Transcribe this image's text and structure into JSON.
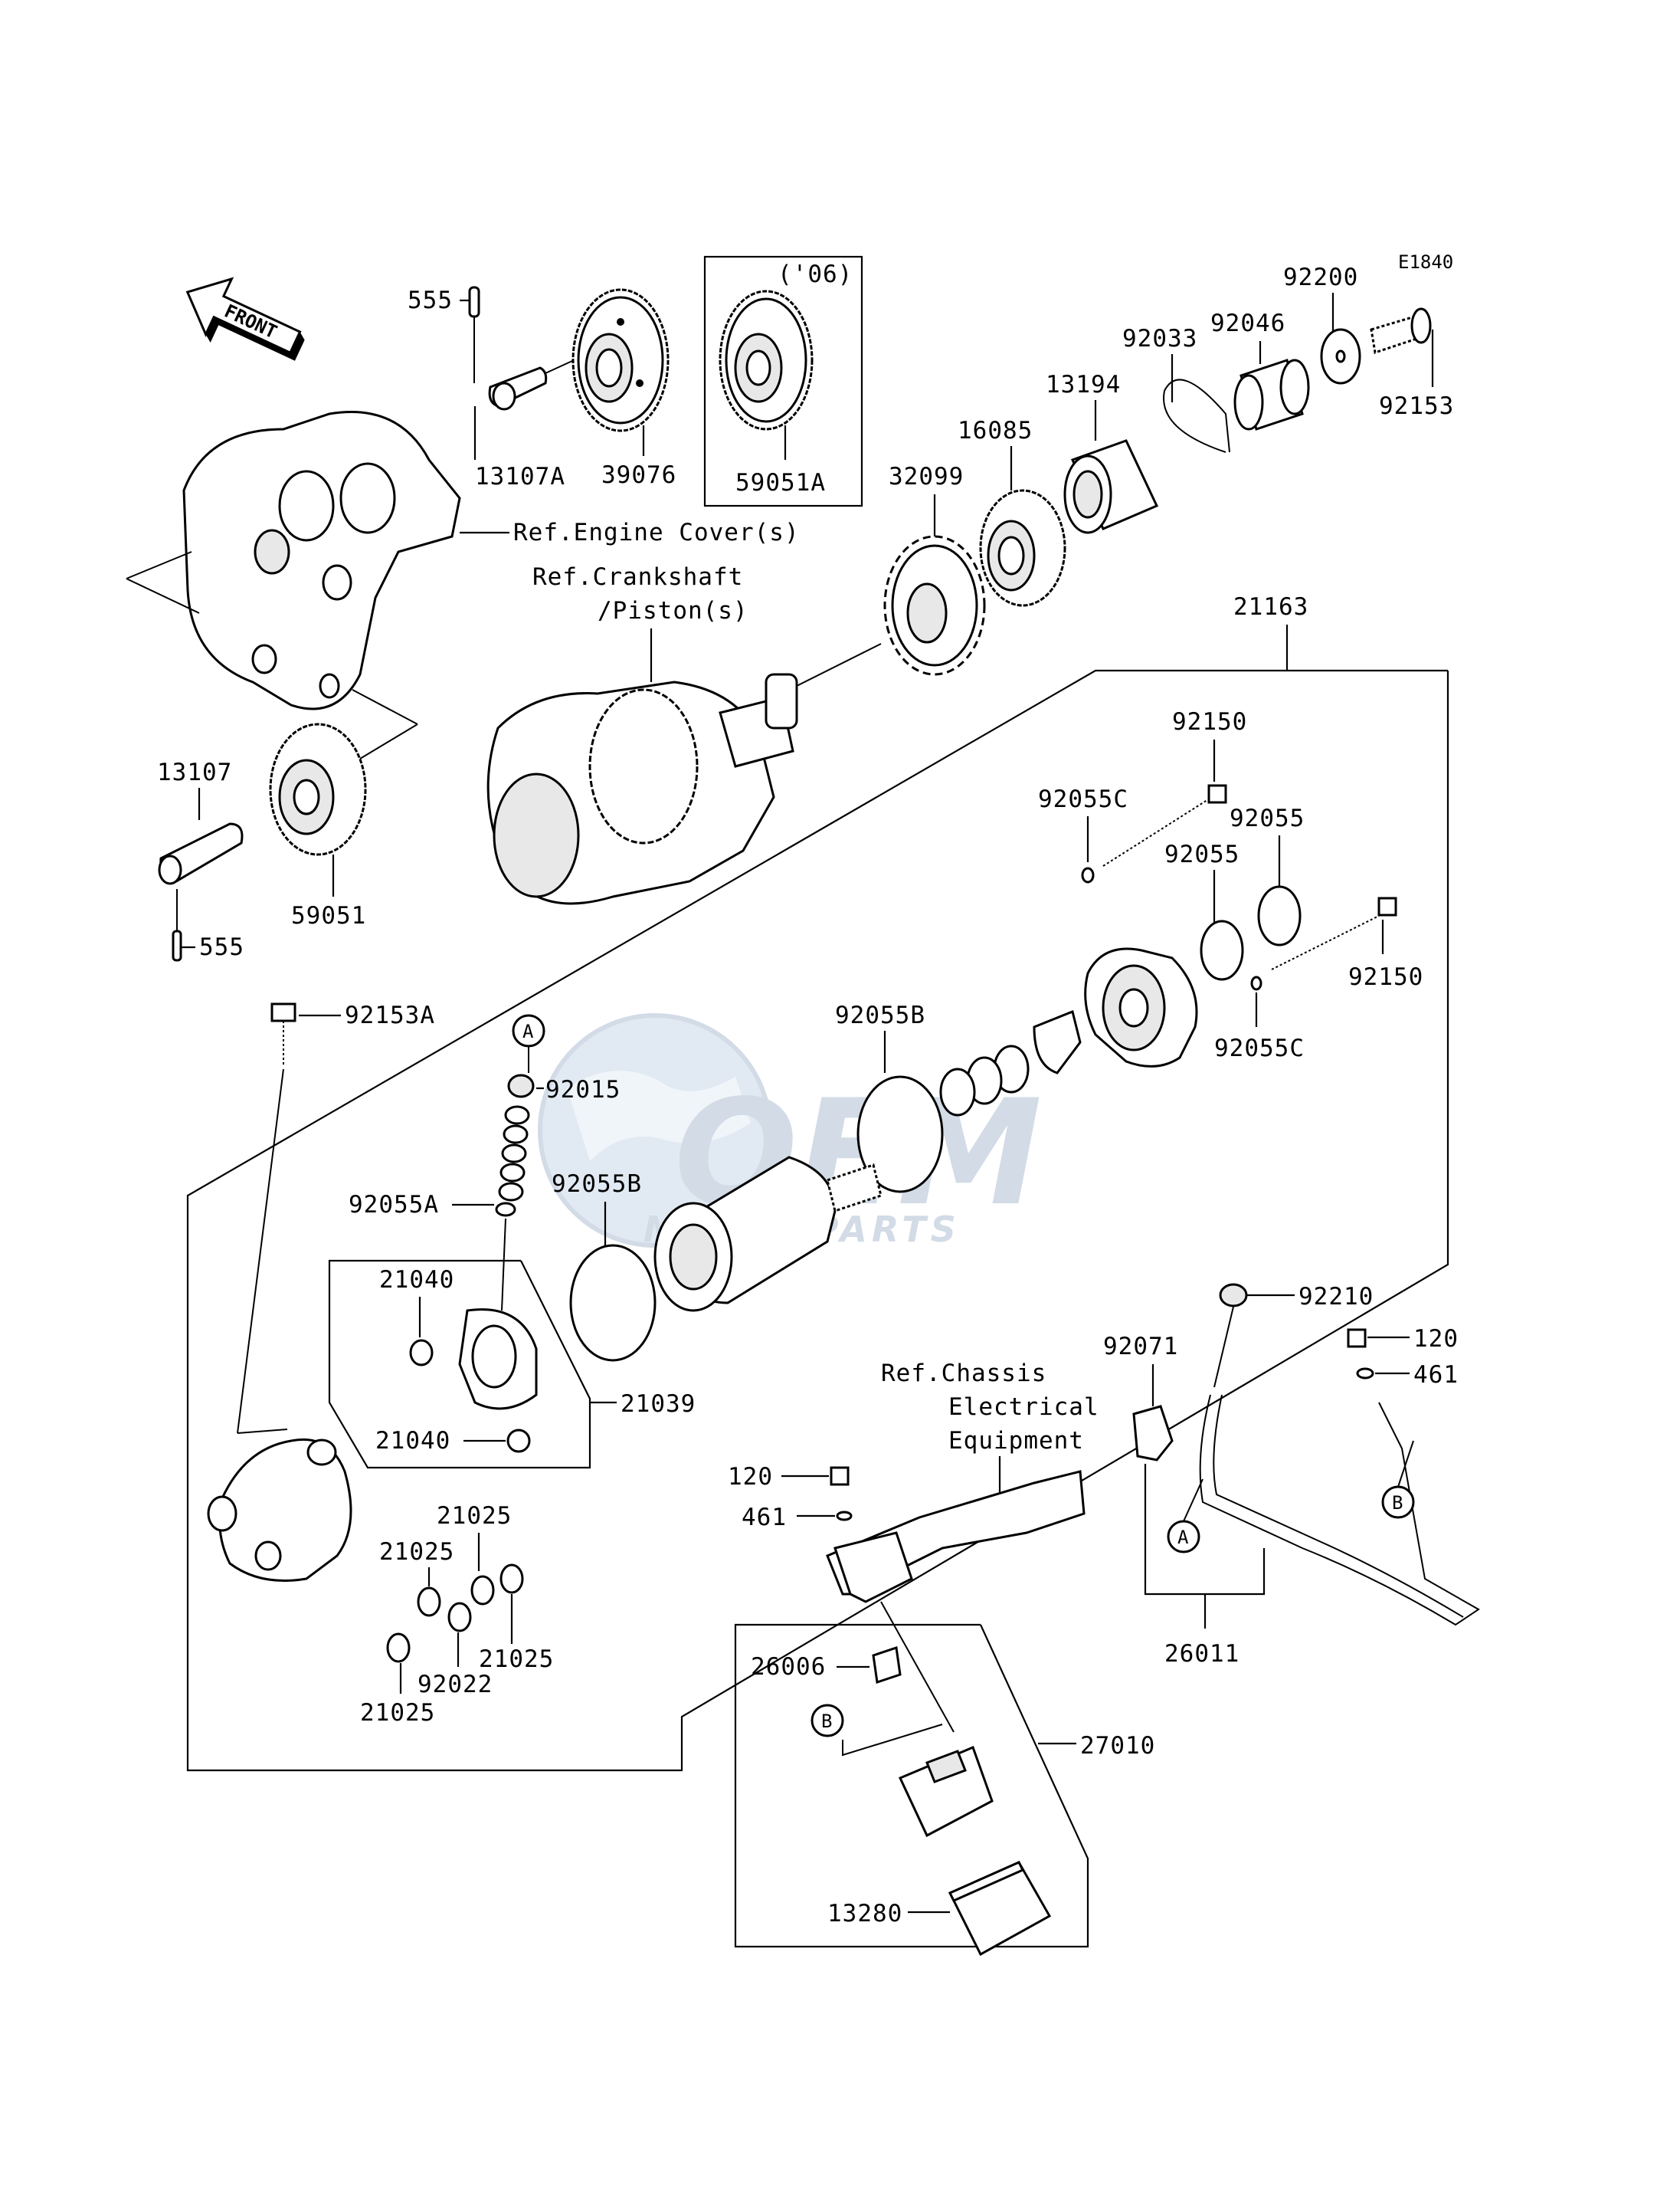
{
  "diagram_code": "E1840",
  "front_arrow": {
    "label": "FRONT",
    "icon": "front-arrow-icon"
  },
  "watermark": {
    "brand": "OEM",
    "sub": "MOTORPARTS",
    "icon": "globe-icon",
    "color": "#aebfd3"
  },
  "callouts": {
    "a": "A",
    "b": "B"
  },
  "parts": {
    "p555_top": "555",
    "p13107A": "13107A",
    "p39076": "39076",
    "p06": "('06)",
    "p59051A": "59051A",
    "p92200": "92200",
    "p92046": "92046",
    "p92033": "92033",
    "p13194": "13194",
    "p92153": "92153",
    "p16085": "16085",
    "p32099": "32099",
    "ref_engine_cover": "Ref.Engine Cover(s)",
    "ref_crankshaft_1": "Ref.Crankshaft",
    "ref_crankshaft_2": "/Piston(s)",
    "p21163": "21163",
    "p13107": "13107",
    "p59051": "59051",
    "p555_bot": "555",
    "p92150_top": "92150",
    "p92055C_top": "92055C",
    "p92055_1": "92055",
    "p92055_2": "92055",
    "p92150_right": "92150",
    "p92153A": "92153A",
    "p92055B_top": "92055B",
    "p92055C_bot": "92055C",
    "p92015": "92015",
    "p92055A": "92055A",
    "p92055B_mid": "92055B",
    "p21040_top": "21040",
    "p21039": "21039",
    "p21040_bot": "21040",
    "p21025_1": "21025",
    "p21025_2": "21025",
    "p21025_3": "21025",
    "p92022": "92022",
    "p21025_4": "21025",
    "p92210": "92210",
    "p120_right": "120",
    "p461_right": "461",
    "ref_chassis_1": "Ref.Chassis",
    "ref_chassis_2": "Electrical",
    "ref_chassis_3": "Equipment",
    "p92071": "92071",
    "p120_left": "120",
    "p461_left": "461",
    "p26011": "26011",
    "p26006": "26006",
    "p27010": "27010",
    "p13280": "13280"
  }
}
